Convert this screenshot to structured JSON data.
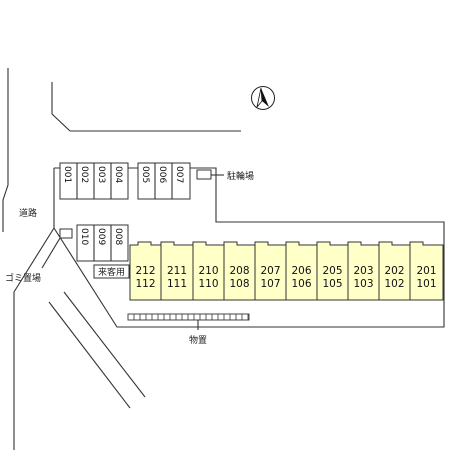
{
  "labels": {
    "road": "道路",
    "trash": "ゴミ置場",
    "bicycle": "駐輪場",
    "storage": "物置",
    "guest": "来客用"
  },
  "parking": {
    "row1_group1": [
      "001",
      "002",
      "003",
      "004"
    ],
    "row1_group2": [
      "005",
      "006",
      "007"
    ],
    "row2": [
      "010",
      "009",
      "008"
    ]
  },
  "units": [
    {
      "upper": "212",
      "lower": "112"
    },
    {
      "upper": "211",
      "lower": "111"
    },
    {
      "upper": "210",
      "lower": "110"
    },
    {
      "upper": "208",
      "lower": "108"
    },
    {
      "upper": "207",
      "lower": "107"
    },
    {
      "upper": "206",
      "lower": "106"
    },
    {
      "upper": "205",
      "lower": "105"
    },
    {
      "upper": "203",
      "lower": "103"
    },
    {
      "upper": "202",
      "lower": "102"
    },
    {
      "upper": "201",
      "lower": "101"
    }
  ],
  "colors": {
    "building_fill": "#FFFFC8",
    "line": "#333333"
  },
  "icons": {
    "compass": "north-arrow-icon"
  }
}
